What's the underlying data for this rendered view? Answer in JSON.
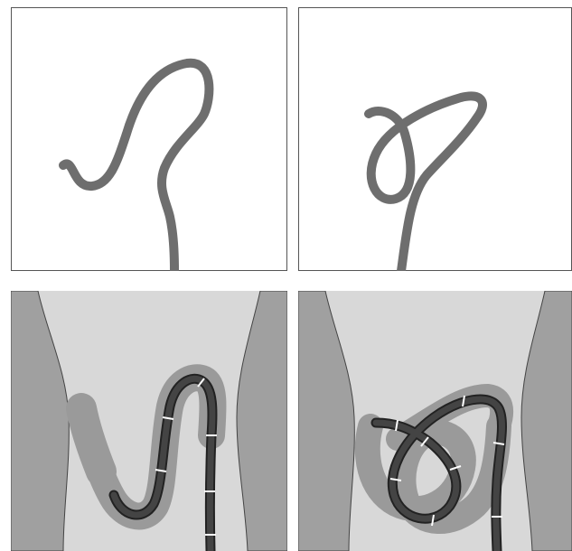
{
  "figure": {
    "panels": [
      {
        "id": "scope-alpha-loop",
        "view": "endoscope-shape",
        "shape": "N-loop"
      },
      {
        "id": "scope-gamma-loop",
        "view": "endoscope-shape",
        "shape": "alpha-loop"
      },
      {
        "id": "colon-alpha-loop",
        "view": "colonoscope-in-colon",
        "shape": "N-loop"
      },
      {
        "id": "colon-gamma-loop",
        "view": "colonoscope-in-colon",
        "shape": "alpha-loop"
      }
    ],
    "colors": {
      "panel_border": "#555555",
      "scope_gray": "#6e6e6e",
      "colon_fill": "#d8d8d8",
      "body_side": "#a0a0a0",
      "colon_wall": "#9a9a9a",
      "scope_dark": "#333333",
      "segment_mark": "#ffffff"
    }
  }
}
